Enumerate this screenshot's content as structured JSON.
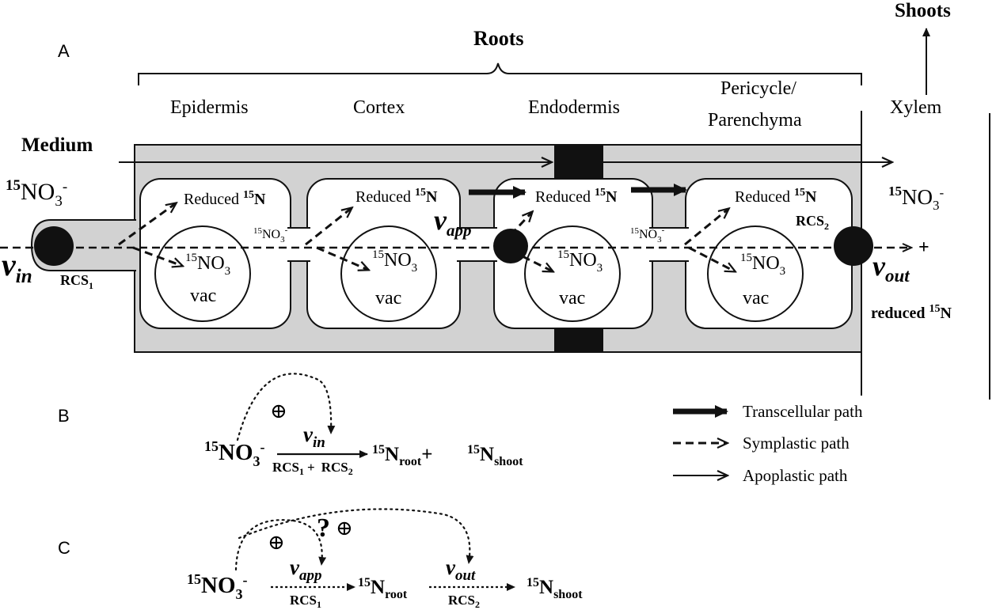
{
  "panel_labels": {
    "a": "A",
    "b": "B",
    "c": "C"
  },
  "top": {
    "shoots": "Shoots",
    "roots": "Roots",
    "xylem": "Xylem",
    "medium": "Medium"
  },
  "tissues": {
    "epidermis": "Epidermis",
    "cortex": "Cortex",
    "endodermis": "Endodermis",
    "pericycle_1": "Pericycle/",
    "pericycle_2": "Parenchyma"
  },
  "nitrate": {
    "mass": "15",
    "base": "NO",
    "sub": "3",
    "sup": "-"
  },
  "reduced_text": "Reduced",
  "reduced_lower": "reduced",
  "n15": {
    "mass": "15",
    "el": "N"
  },
  "vac_text": "vac",
  "rcs": {
    "base": "RCS",
    "one": "1",
    "two": "2"
  },
  "flux": {
    "v": "v",
    "in": "in",
    "app": "app",
    "out": "out"
  },
  "plus": "+",
  "oplus": "⊕",
  "question": "?",
  "eq_b": {
    "root_sub": "root",
    "shoot_sub": "shoot"
  },
  "legend": {
    "transcellular": "Transcellular path",
    "symplastic": "Symplastic path",
    "apoplastic": "Apoplastic path"
  }
}
